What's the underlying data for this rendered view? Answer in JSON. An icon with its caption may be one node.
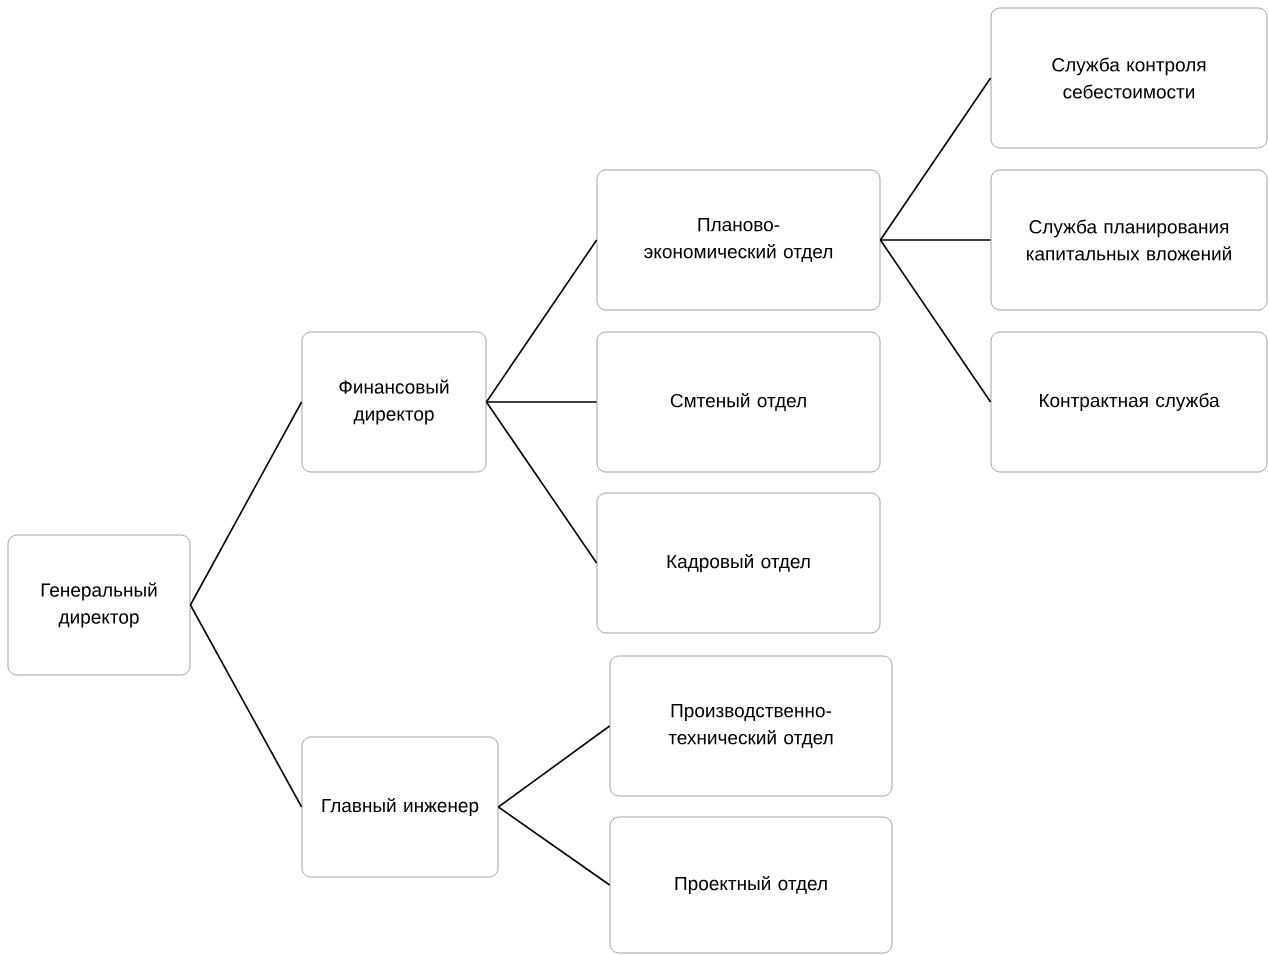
{
  "diagram": {
    "nodes": [
      {
        "text": [
          "Генеральный директор"
        ]
      },
      {
        "text": [
          "Финансовый директор"
        ]
      },
      {
        "text": [
          "Главный инженер"
        ]
      },
      {
        "text": [
          "Планово-экономический отдел"
        ]
      },
      {
        "text": [
          "Смтеный отдел"
        ]
      },
      {
        "text": [
          "Кадровый отдел"
        ]
      },
      {
        "text": [
          "Служба контроля себестоимости"
        ]
      },
      {
        "text": [
          "Служба планирования капитальных вложений"
        ]
      },
      {
        "text": [
          "Контрактная служба"
        ]
      },
      {
        "text": [
          "Производственно-технический отдел"
        ]
      },
      {
        "text": [
          "Проектный отдел"
        ]
      }
    ],
    "edges": [
      {
        "from": 0,
        "to": 1,
        "arrow": "none"
      },
      {
        "from": 0,
        "to": 2,
        "arrow": "none"
      },
      {
        "from": 1,
        "to": 3,
        "arrow": "none"
      },
      {
        "from": 1,
        "to": 4,
        "arrow": "none"
      },
      {
        "from": 1,
        "to": 5,
        "arrow": "none"
      },
      {
        "from": 3,
        "to": 6,
        "arrow": "none"
      },
      {
        "from": 3,
        "to": 7,
        "arrow": "none"
      },
      {
        "from": 3,
        "to": 8,
        "arrow": "none"
      },
      {
        "from": 2,
        "to": 9,
        "arrow": "none"
      },
      {
        "from": 2,
        "to": 10,
        "arrow": "none"
      }
    ]
  }
}
